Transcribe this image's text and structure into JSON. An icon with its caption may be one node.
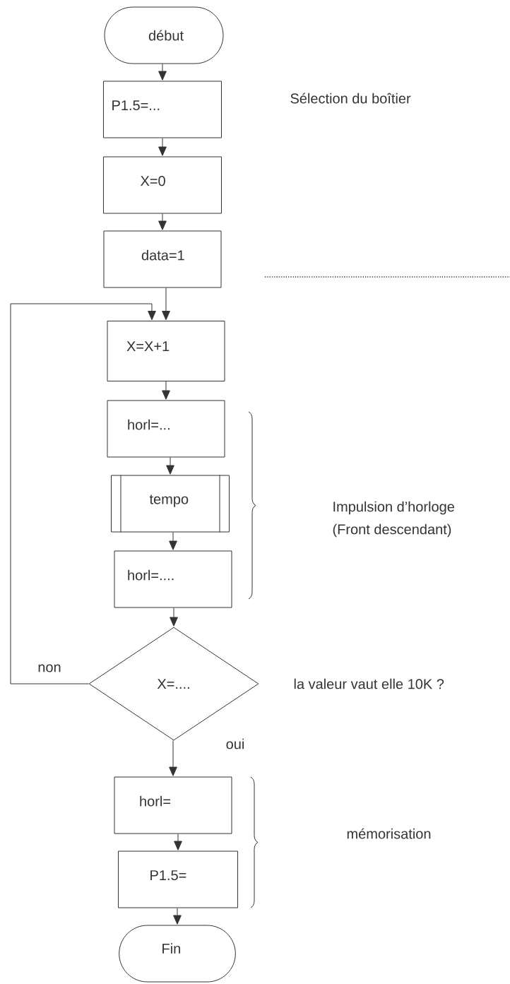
{
  "diagram": {
    "nodes": [
      {
        "text": [
          "début"
        ]
      },
      {
        "text": [
          "P1.5=..."
        ]
      },
      {
        "text": [
          "X=0"
        ]
      },
      {
        "text": [
          "data=1"
        ]
      },
      {
        "text": [
          "X=X+1"
        ]
      },
      {
        "text": [
          "horl=..."
        ]
      },
      {
        "text": [
          "tempo"
        ]
      },
      {
        "text": [
          "horl=...."
        ]
      },
      {
        "text": [
          "X=...."
        ]
      },
      {
        "text": [
          "horl="
        ]
      },
      {
        "text": [
          "P1.5="
        ]
      },
      {
        "text": [
          "Fin"
        ]
      }
    ],
    "edges": [
      {
        "from": 0,
        "to": 1,
        "arrow": "to"
      },
      {
        "from": 1,
        "to": 2,
        "arrow": "to"
      },
      {
        "from": 2,
        "to": 3,
        "arrow": "to"
      },
      {
        "from": 3,
        "to": 4,
        "arrow": "to"
      },
      {
        "from": 4,
        "to": 5,
        "arrow": "to"
      },
      {
        "from": 5,
        "to": 6,
        "arrow": "to"
      },
      {
        "from": 6,
        "to": 7,
        "arrow": "to"
      },
      {
        "from": 7,
        "to": 8,
        "arrow": "to"
      },
      {
        "from": 8,
        "to": 4,
        "arrow": "to",
        "label": "non"
      },
      {
        "from": 8,
        "to": 9,
        "arrow": "to",
        "label": "oui"
      },
      {
        "from": 9,
        "to": 10,
        "arrow": "to"
      },
      {
        "from": 10,
        "to": 11,
        "arrow": "to"
      }
    ],
    "labels": [
      "Sélection du boîtier",
      "Impulsion d’horloge",
      "(Front descendant)",
      "la valeur vaut elle 10K ?",
      "mémorisation"
    ]
  }
}
